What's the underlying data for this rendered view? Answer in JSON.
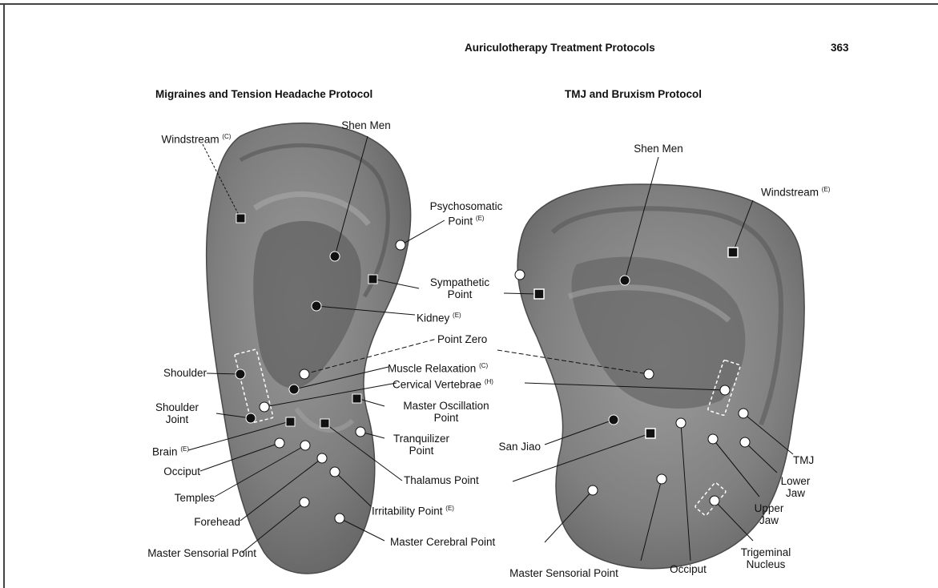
{
  "header": {
    "running_title": "Auriculotherapy Treatment Protocols",
    "page_number": "363"
  },
  "left_protocol": {
    "title": "Migraines and Tension Headache Protocol",
    "labels": {
      "windstream": "Windstream",
      "windstream_sup": "(C)",
      "shen_men": "Shen Men",
      "psychosomatic_line1": "Psychosomatic",
      "psychosomatic_line2": "Point",
      "psychosomatic_sup": "(E)",
      "sympathetic_line1": "Sympathetic",
      "sympathetic_line2": "Point",
      "kidney": "Kidney",
      "kidney_sup": "(E)",
      "point_zero": "Point Zero",
      "muscle_relaxation": "Muscle Relaxation",
      "muscle_relaxation_sup": "(C)",
      "cervical_vertebrae": "Cervical Vertebrae",
      "cervical_vertebrae_sup": "(H)",
      "shoulder": "Shoulder",
      "shoulder_joint_line1": "Shoulder",
      "shoulder_joint_line2": "Joint",
      "master_oscillation_line1": "Master Oscillation",
      "master_oscillation_line2": "Point",
      "brain": "Brain",
      "brain_sup": "(E)",
      "tranquilizer_line1": "Tranquilizer",
      "tranquilizer_line2": "Point",
      "occiput": "Occiput",
      "thalamus": "Thalamus Point",
      "temples": "Temples",
      "irritability": "Irritability Point",
      "irritability_sup": "(E)",
      "forehead": "Forehead",
      "master_cerebral": "Master Cerebral Point",
      "master_sensorial": "Master Sensorial Point"
    }
  },
  "right_protocol": {
    "title": "TMJ and Bruxism Protocol",
    "labels": {
      "shen_men": "Shen Men",
      "windstream": "Windstream",
      "windstream_sup": "(E)",
      "san_jiao": "San Jiao",
      "tmj": "TMJ",
      "lower_jaw_line1": "Lower",
      "lower_jaw_line2": "Jaw",
      "upper_jaw_line1": "Upper",
      "upper_jaw_line2": "Jaw",
      "trigeminal_line1": "Trigeminal",
      "trigeminal_line2": "Nucleus",
      "occiput": "Occiput",
      "master_sensorial": "Master Sensorial Point"
    }
  },
  "colors": {
    "ear_fill": "#7d7d7d",
    "ear_dark": "#555555",
    "ear_light": "#a3a3a3",
    "dot_black": "#111111",
    "dot_white": "#ffffff",
    "line": "#111111"
  },
  "legend_marker_types": [
    "black-circle",
    "white-circle",
    "black-square",
    "dashed-rectangle"
  ]
}
